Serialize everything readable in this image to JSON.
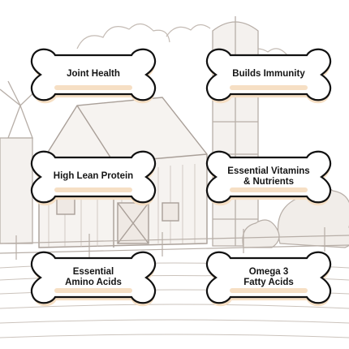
{
  "benefits": [
    {
      "label": "Joint Health"
    },
    {
      "label": "Builds Immunity"
    },
    {
      "label": "High Lean Protein"
    },
    {
      "label": "Essential Vitamins\n& Nutrients"
    },
    {
      "label": "Essential\nAmino Acids"
    },
    {
      "label": "Omega 3\nFatty Acids"
    }
  ],
  "colors": {
    "bone_fill": "#ffffff",
    "bone_outline": "#111111",
    "bone_shadow": "#f6dfc4",
    "sketch_line": "#b7aea7",
    "label_text": "#151515"
  },
  "icons": {
    "background": "farm-barn-sketch",
    "badge_shape": "dog-bone"
  }
}
